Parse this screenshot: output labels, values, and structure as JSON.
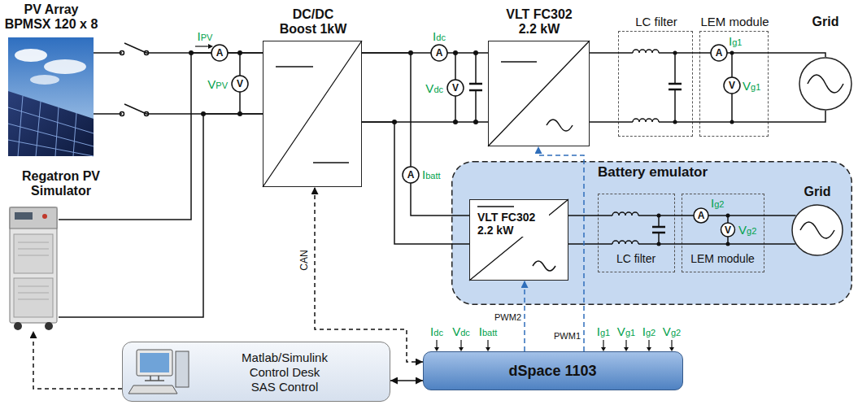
{
  "diagram": {
    "nodes": [
      {
        "text": [
          "PV Array BPMSX 120 x 8"
        ]
      },
      {
        "text": [
          "Regatron PV Simulator"
        ]
      },
      {
        "text": [
          "DC/DC Boost 1kW"
        ]
      },
      {
        "text": [
          "VLT FC302 2.2 kW"
        ]
      },
      {
        "text": [
          "LC filter"
        ]
      },
      {
        "text": [
          "LEM module"
        ]
      },
      {
        "text": [
          "Grid"
        ]
      },
      {
        "text": [
          "Battery emulator"
        ]
      },
      {
        "text": [
          "VLT FC302 2.2 kW"
        ],
        "in": 7
      },
      {
        "text": [
          "LC filter"
        ],
        "in": 7
      },
      {
        "text": [
          "LEM module"
        ],
        "in": 7
      },
      {
        "text": [
          "Grid"
        ],
        "in": 7
      },
      {
        "text": [
          "Matlab/Simulink Control Desk SAS Control"
        ]
      },
      {
        "text": [
          "dSpace 1103"
        ]
      }
    ],
    "edges": [
      {
        "from": 0,
        "to": 2,
        "arrow": "none"
      },
      {
        "from": 1,
        "to": 2,
        "arrow": "none"
      },
      {
        "from": 2,
        "to": 3,
        "arrow": "none"
      },
      {
        "from": 3,
        "to": 4,
        "arrow": "none"
      },
      {
        "from": 4,
        "to": 5,
        "arrow": "none"
      },
      {
        "from": 5,
        "to": 6,
        "arrow": "none"
      },
      {
        "from": 2,
        "to": 8,
        "arrow": "none"
      },
      {
        "from": 8,
        "to": 9,
        "arrow": "none"
      },
      {
        "from": 9,
        "to": 10,
        "arrow": "none"
      },
      {
        "from": 10,
        "to": 11,
        "arrow": "none"
      },
      {
        "from": 13,
        "to": 2,
        "label": "CAN",
        "arrow": "both"
      },
      {
        "from": 12,
        "to": 13,
        "arrow": "both"
      },
      {
        "from": 12,
        "to": 1,
        "arrow": "to"
      },
      {
        "from": 13,
        "to": 3,
        "label": "PWM1",
        "arrow": "to"
      },
      {
        "from": 13,
        "to": 8,
        "label": "PWM2",
        "arrow": "to"
      }
    ],
    "labels": [
      "IPV",
      "A",
      "VPV",
      "V",
      "Idc",
      "A",
      "Vdc",
      "V",
      "Ibatt",
      "A",
      "Ig1",
      "A",
      "Vg1",
      "V",
      "Ig2",
      "A",
      "Vg2",
      "V",
      "Idc",
      "Vdc",
      "Ibatt",
      "Ig1",
      "Vg1",
      "Ig2",
      "Vg2"
    ]
  }
}
